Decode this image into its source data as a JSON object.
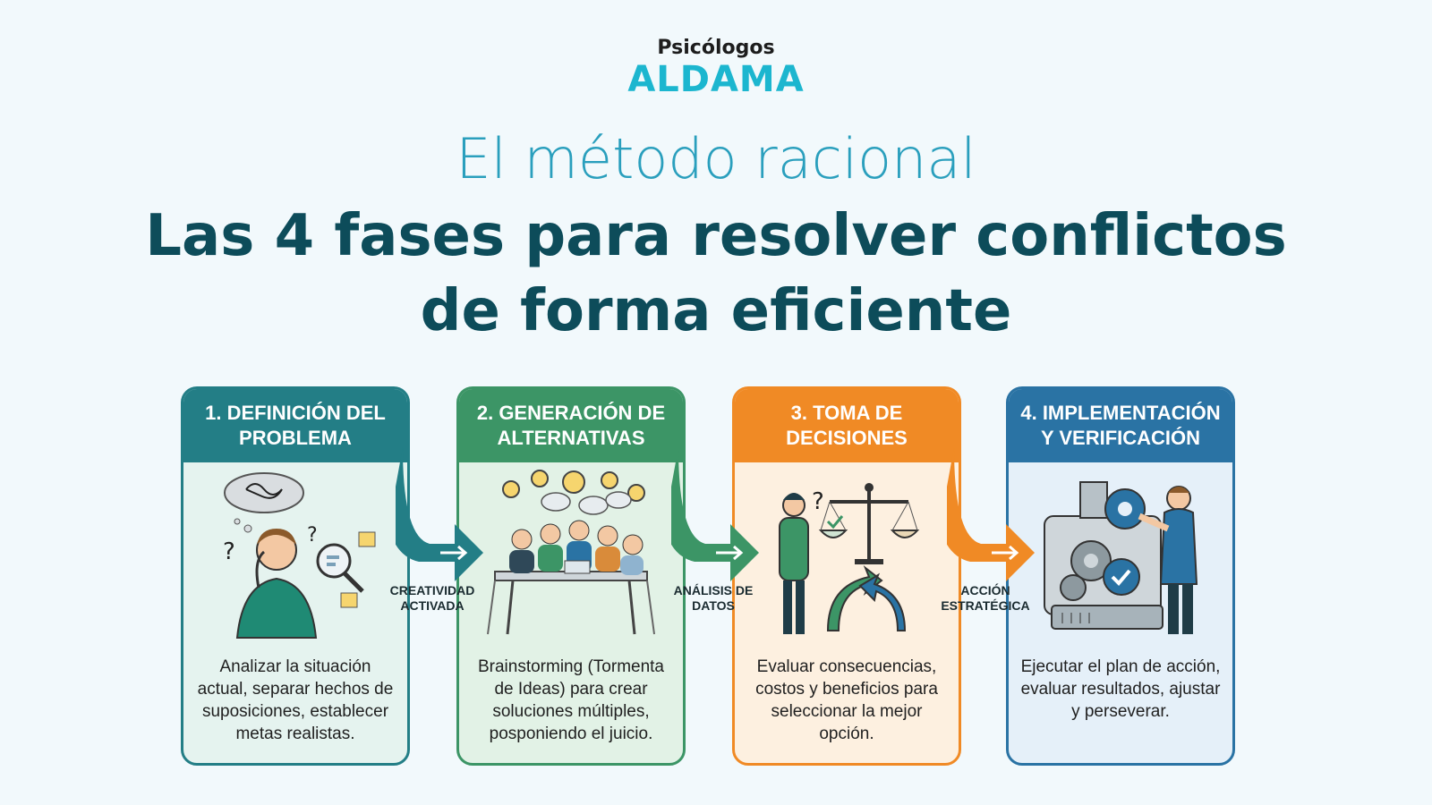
{
  "brand": {
    "top": "Psicólogos",
    "bottom": "ALDAMA"
  },
  "header": {
    "subtitle": "El método racional",
    "title_line1": "Las 4 fases para resolver conflictos",
    "title_line2": "de forma eficiente"
  },
  "phases": [
    {
      "title": "1. DEFINICIÓN DEL PROBLEMA",
      "description": "Analizar la situación actual, separar hechos de suposiciones, establecer metas realistas.",
      "color": "#237e86"
    },
    {
      "title": "2. GENERACIÓN DE ALTERNATIVAS",
      "description": "Brainstorming (Tormenta de Ideas) para crear soluciones múltiples, posponiendo el juicio.",
      "color": "#3c9566"
    },
    {
      "title": "3. TOMA DE DECISIONES",
      "description": "Evaluar consecuencias, costos y beneficios para seleccionar la mejor opción.",
      "color": "#f08a25"
    },
    {
      "title": "4. IMPLEMENTACIÓN Y VERIFICACIÓN",
      "description": "Ejecutar el plan de acción, evaluar resultados, ajustar y perseverar.",
      "color": "#2a73a4"
    }
  ],
  "connectors": [
    {
      "label": "CREATIVIDAD ACTIVADA"
    },
    {
      "label": "ANÁLISIS DE DATOS"
    },
    {
      "label": "ACCIÓN ESTRATÉGICA"
    }
  ]
}
